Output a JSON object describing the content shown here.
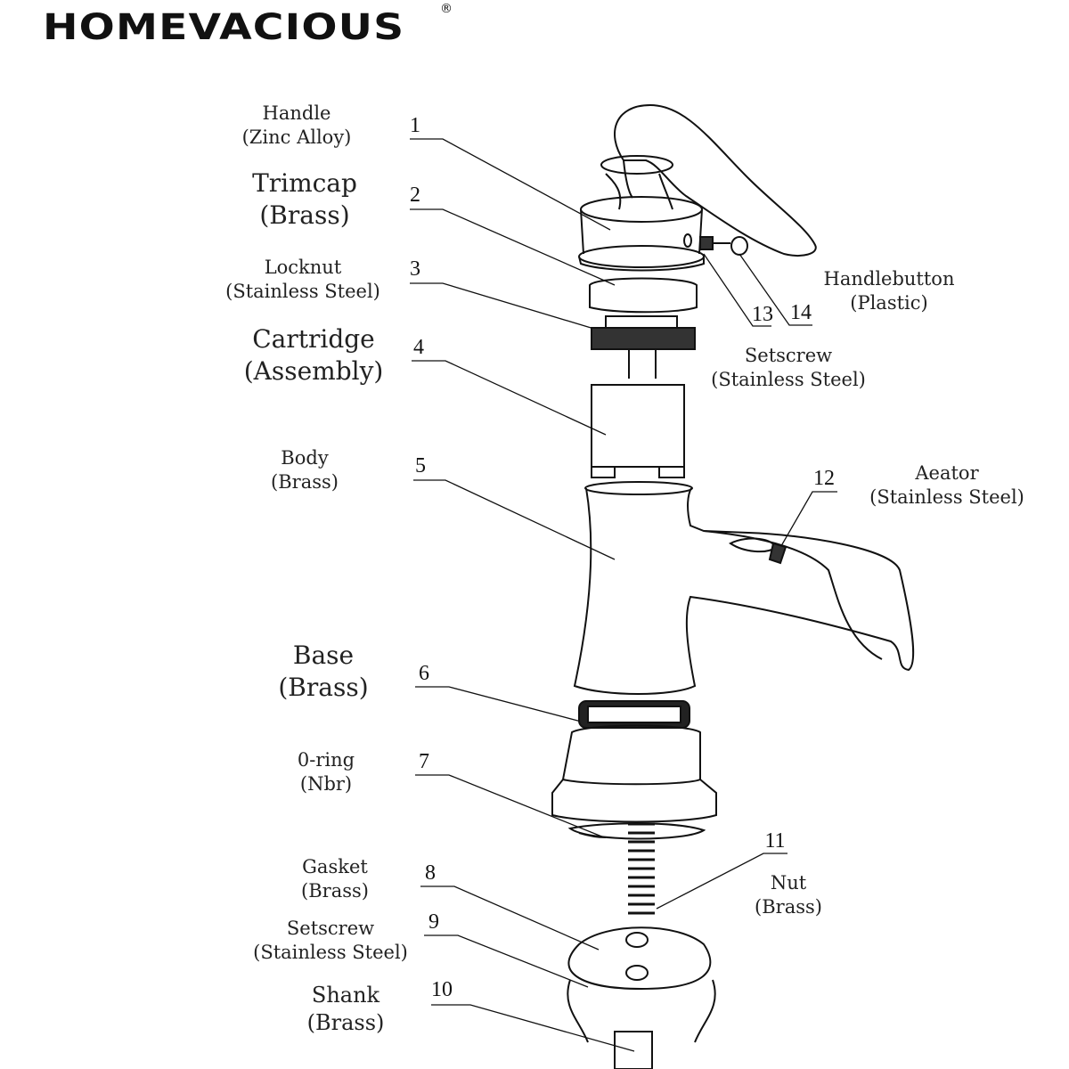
{
  "brand": {
    "name": "HOMEVACIOUS",
    "registered_mark": "®"
  },
  "parts": [
    {
      "number": "1",
      "name": "Handle",
      "material": "(Zinc Alloy)"
    },
    {
      "number": "2",
      "name": "Trimcap",
      "material": "(Brass)"
    },
    {
      "number": "3",
      "name": "Locknut",
      "material": "(Stainless Steel)"
    },
    {
      "number": "4",
      "name": "Cartridge",
      "material": "(Assembly)"
    },
    {
      "number": "5",
      "name": "Body",
      "material": "(Brass)"
    },
    {
      "number": "6",
      "name": "Base",
      "material": "(Brass)"
    },
    {
      "number": "7",
      "name": "0-ring",
      "material": "(Nbr)"
    },
    {
      "number": "8",
      "name": "Gasket",
      "material": "(Brass)"
    },
    {
      "number": "9",
      "name": "Setscrew",
      "material": "(Stainless Steel)"
    },
    {
      "number": "10",
      "name": "Shank",
      "material": "(Brass)"
    },
    {
      "number": "11",
      "name": "Nut",
      "material": "(Brass)"
    },
    {
      "number": "12",
      "name": "Aeator",
      "material": "(Stainless Steel)"
    },
    {
      "number": "13",
      "name": "Setscrew",
      "material": "(Stainless Steel)"
    },
    {
      "number": "14",
      "name": "Handlebutton",
      "material": "(Plastic)"
    }
  ]
}
